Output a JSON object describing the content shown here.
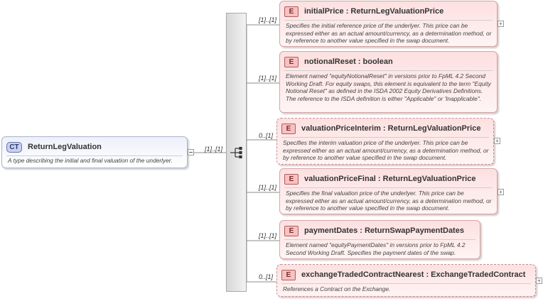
{
  "root": {
    "badge": "CT",
    "name": "ReturnLegValuation",
    "doc": "A type describing the initial and final valuation of the underlyer.",
    "cardinality": "[1]..[1]"
  },
  "elements": [
    {
      "badge": "E",
      "title": "initialPrice : ReturnLegValuationPrice",
      "cardinality": "[1]..[1]",
      "doc": "Specifies the initial reference price of the underlyer. This price can be expressed either as an actual amount/currency, as a determination method, or by reference to another value specified in the swap document."
    },
    {
      "badge": "E",
      "title": "notionalReset : boolean",
      "cardinality": "[1]..[1]",
      "doc": "Element named \"equityNotionalReset\" in versions prior to FpML 4.2 Second Working Draft. For equity swaps, this element is equivalent to the term \"Equity Notional Reset\" as defined in the ISDA 2002 Equity Derivatives Definitions. The reference to the ISDA definition is either \"Applicable\" or 'Inapplicable\"."
    },
    {
      "badge": "E",
      "title": "valuationPriceInterim : ReturnLegValuationPrice",
      "cardinality": "0..[1]",
      "doc": "Specifies the interim valuation price of the underlyer. This price can be expressed either as an actual amount/currency, as a determination method, or by reference to another value specified in the swap document."
    },
    {
      "badge": "E",
      "title": "valuationPriceFinal : ReturnLegValuationPrice",
      "cardinality": "[1]..[1]",
      "doc": "Specifies the final valuation price of the underlyer. This price can be expressed either as an actual amount/currency, as a determination method, or by reference to another value specified in the swap document."
    },
    {
      "badge": "E",
      "title": "paymentDates : ReturnSwapPaymentDates",
      "cardinality": "[1]..[1]",
      "doc": "Element named \"equityPaymentDates\" in versions prior to FpML 4.2 Second Working Draft. Specifies the payment dates of the swap."
    },
    {
      "badge": "E",
      "title": "exchangeTradedContractNearest : ExchangeTradedContract",
      "cardinality": "0..[1]",
      "doc": "References a Contract on the Exchange."
    }
  ],
  "icons": {
    "sequence": "sequence-icon",
    "expand": "plus-icon",
    "collapse": "minus-icon"
  }
}
